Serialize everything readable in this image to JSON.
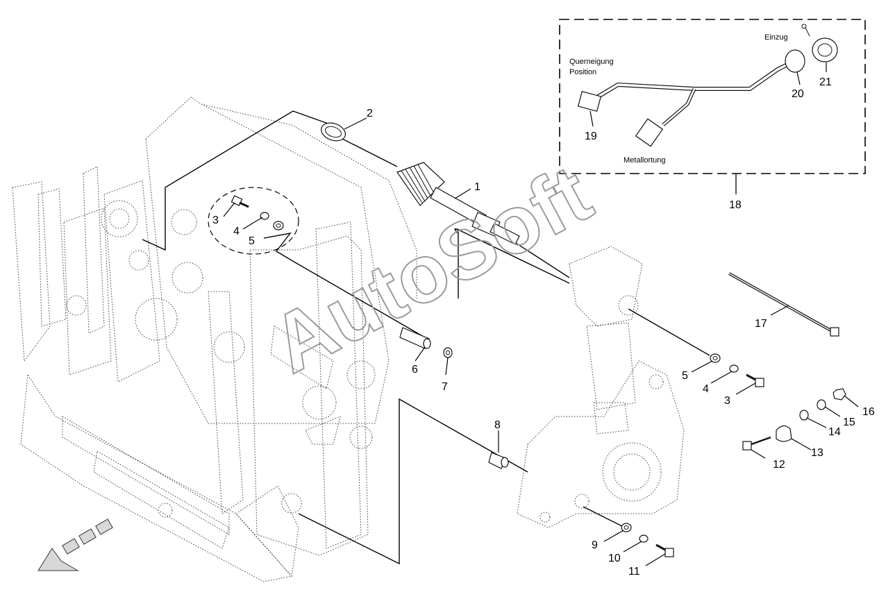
{
  "callouts": [
    "1",
    "2",
    "3",
    "4",
    "5",
    "6",
    "7",
    "8",
    "9",
    "10",
    "11",
    "12",
    "13",
    "14",
    "15",
    "16",
    "17",
    "18",
    "19",
    "20",
    "21",
    "3",
    "4",
    "5"
  ],
  "inset": {
    "label_querneigung": "Querneigung",
    "label_position": "Position",
    "label_einzug": "Einzug",
    "label_metallortung": "Metallortung"
  },
  "watermark": "AutoSoft"
}
